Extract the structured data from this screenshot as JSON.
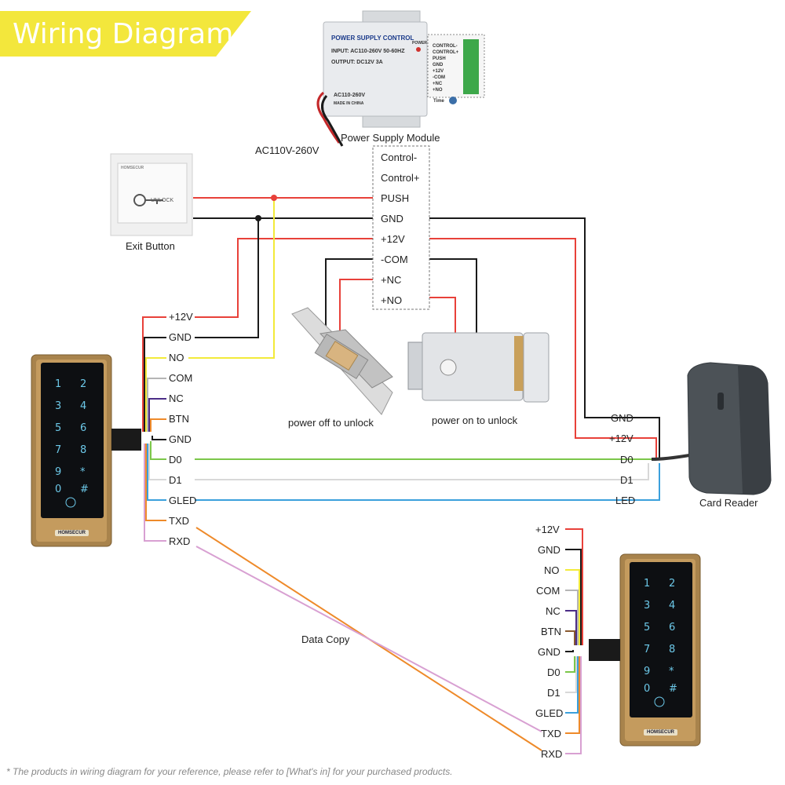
{
  "title": "Wiring Diagram",
  "footer": "* The products in wiring diagram for your reference, please refer to [What's in] for your purchased products.",
  "power_supply": {
    "caption": "Power Supply Module",
    "ac_label": "AC110V-260V",
    "label_title": "POWER SUPPLY CONTROL",
    "input_text": "INPUT: AC110-260V 50-60HZ",
    "output_text": "OUTPUT: DC12V 3A",
    "ac_text": "AC110-260V",
    "power_text": "POWER",
    "time_text": "Time",
    "made_text": "MADE IN CHINA",
    "terminals": [
      "Control-",
      "Control+",
      "PUSH",
      "GND",
      "+12V",
      "-COM",
      "+NC",
      "+NO"
    ],
    "mini_terminals": [
      "CONTROL-",
      "CONTROL+",
      "PUSH",
      "GND",
      "+12V",
      "-COM",
      "+NC",
      "+NO"
    ]
  },
  "exit_button": {
    "caption": "Exit Button",
    "face_text": "UNLOCK",
    "brand": "HOMSECUR"
  },
  "lock_off": {
    "caption": "power off to unlock"
  },
  "lock_on": {
    "caption": "power on to unlock"
  },
  "keypad_main": {
    "pins": [
      "+12V",
      "GND",
      "NO",
      "COM",
      "NC",
      "BTN",
      "GND",
      "D0",
      "D1",
      "GLED",
      "TXD",
      "RXD"
    ],
    "keys": [
      "1",
      "2",
      "3",
      "4",
      "5",
      "6",
      "7",
      "8",
      "9",
      "*",
      "0",
      "#"
    ],
    "brand": "HOMSECUR"
  },
  "keypad_copy": {
    "pins": [
      "+12V",
      "GND",
      "NO",
      "COM",
      "NC",
      "BTN",
      "GND",
      "D0",
      "D1",
      "GLED",
      "TXD",
      "RXD"
    ],
    "keys": [
      "1",
      "2",
      "3",
      "4",
      "5",
      "6",
      "7",
      "8",
      "9",
      "*",
      "0",
      "#"
    ],
    "brand": "HOMSECUR"
  },
  "card_reader": {
    "caption": "Card Reader",
    "pins": [
      "GND",
      "+12V",
      "D0",
      "D1",
      "LED"
    ]
  },
  "data_copy_label": "Data Copy",
  "wire_colors": {
    "red": "#e8413a",
    "black": "#1a1a1a",
    "yellow": "#f2ea3a",
    "gray": "#b5b5b5",
    "purple": "#4b2d87",
    "orange": "#ee8a2a",
    "green": "#7cc74a",
    "white": "#d8d8d8",
    "blue": "#3ba0dc",
    "pink": "#d8a0d2",
    "brown": "#8a5a30"
  }
}
